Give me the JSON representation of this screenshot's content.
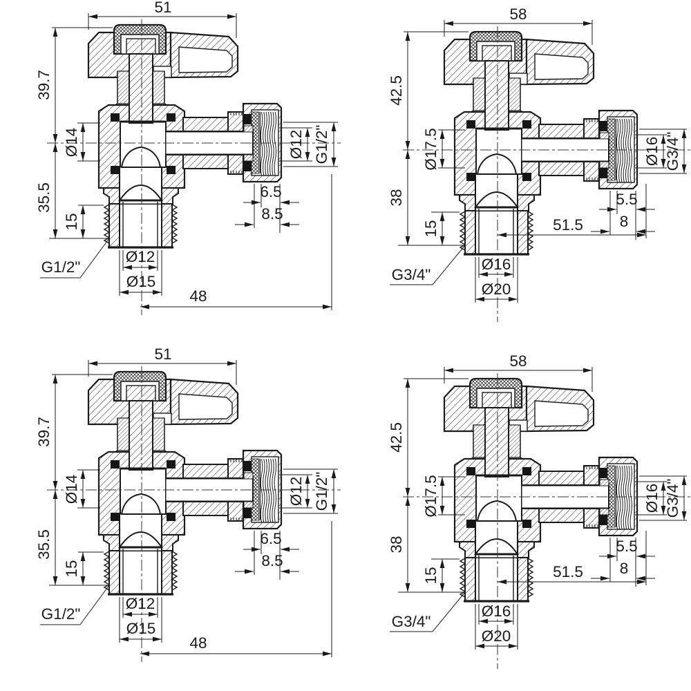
{
  "page": {
    "background": "#ffffff",
    "line_color": "#1a1a1a",
    "description": "Technical drawing sheet: four sectional views of angle ball valves with dimension callouts"
  },
  "valves": [
    {
      "position": "top-left",
      "variant": "G1/2 angle valve",
      "dims": {
        "top_width": "51",
        "upper_height": "39.7",
        "bore": "Ø14",
        "lower_height": "35.5",
        "thread_length": "15",
        "inlet_thread": "G1/2\"",
        "outlet_bore": "Ø12",
        "outlet_od": "Ø15",
        "overall_length": "48",
        "nut_inset_a": "6.5",
        "nut_inset_b": "8.5",
        "side_bore": "Ø12",
        "side_thread": "G1/2\""
      }
    },
    {
      "position": "top-right",
      "variant": "G3/4 angle valve",
      "dims": {
        "top_width": "58",
        "upper_height": "42.5",
        "bore": "Ø17.5",
        "lower_height": "38",
        "thread_length": "15",
        "inlet_thread": "G3/4\"",
        "outlet_bore": "Ø16",
        "outlet_od": "Ø20",
        "overall_length": "51.5",
        "nut_inset_a": "5.5",
        "nut_inset_b": "8",
        "side_bore": "Ø16",
        "side_thread": "G3/4\""
      }
    },
    {
      "position": "bottom-left",
      "variant": "G1/2 angle valve",
      "dims": {
        "top_width": "51",
        "upper_height": "39.7",
        "bore": "Ø14",
        "lower_height": "35.5",
        "thread_length": "15",
        "inlet_thread": "G1/2\"",
        "outlet_bore": "Ø12",
        "outlet_od": "Ø15",
        "overall_length": "48",
        "nut_inset_a": "6.5",
        "nut_inset_b": "8.5",
        "side_bore": "Ø12",
        "side_thread": "G1/2\""
      }
    },
    {
      "position": "bottom-right",
      "variant": "G3/4 angle valve",
      "dims": {
        "top_width": "58",
        "upper_height": "42.5",
        "bore": "Ø17.5",
        "lower_height": "38",
        "thread_length": "15",
        "inlet_thread": "G3/4\"",
        "outlet_bore": "Ø16",
        "outlet_od": "Ø20",
        "overall_length": "51.5",
        "nut_inset_a": "5.5",
        "nut_inset_b": "8",
        "side_bore": "Ø16",
        "side_thread": "G3/4\""
      }
    }
  ]
}
